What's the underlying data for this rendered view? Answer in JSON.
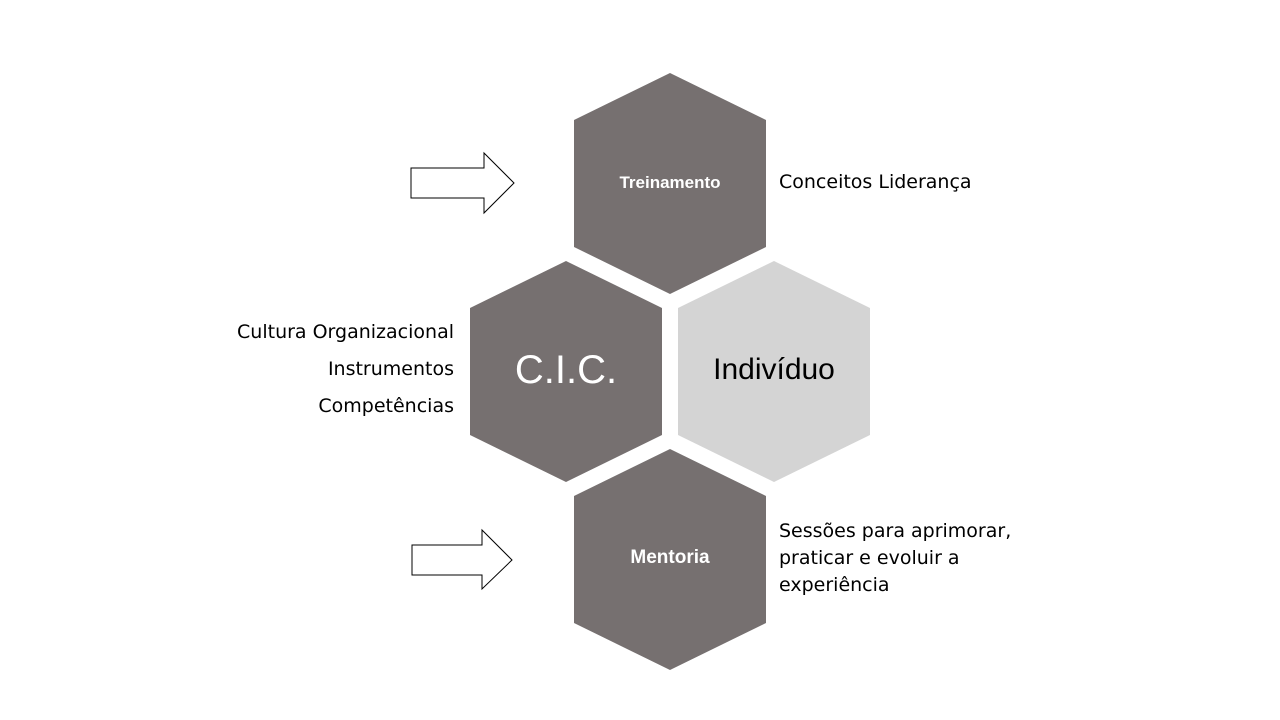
{
  "colors": {
    "hex_dark": "#767070",
    "hex_light": "#d4d4d4",
    "text_on_dark": "#ffffff",
    "text_on_light": "#000000",
    "arrow_stroke": "#000000",
    "arrow_fill": "#ffffff"
  },
  "hexagons": {
    "treinamento": {
      "label": "Treinamento"
    },
    "cic": {
      "label": "C.I.C."
    },
    "individuo": {
      "label": "Indivíduo"
    },
    "mentoria": {
      "label": "Mentoria"
    }
  },
  "side_texts": {
    "treinamento_desc": "Conceitos Liderança",
    "cic_items": [
      "Cultura Organizacional",
      "Instrumentos",
      "Competências"
    ],
    "mentoria_desc": [
      "Sessões para aprimorar,",
      "praticar e evoluir a",
      "experiência"
    ]
  },
  "icons": {
    "arrow_top": "right-arrow-outline-icon",
    "arrow_bottom": "right-arrow-outline-icon"
  }
}
